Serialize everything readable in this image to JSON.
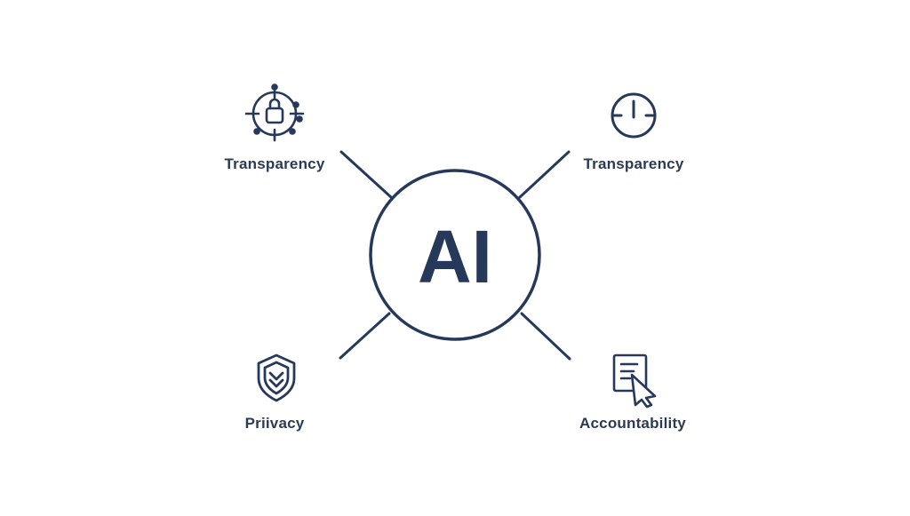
{
  "center": {
    "label": "AI"
  },
  "nodes": [
    {
      "label": "Transparency",
      "icon": "gear-check-icon"
    },
    {
      "label": "Transparency",
      "icon": "clock-icon"
    },
    {
      "label": "Priivacy",
      "icon": "shield-icon"
    },
    {
      "label": "Accountability",
      "icon": "document-cursor-icon"
    }
  ],
  "colors": {
    "ink": "#26395a",
    "text": "#2b3a55",
    "background": "#ffffff"
  }
}
